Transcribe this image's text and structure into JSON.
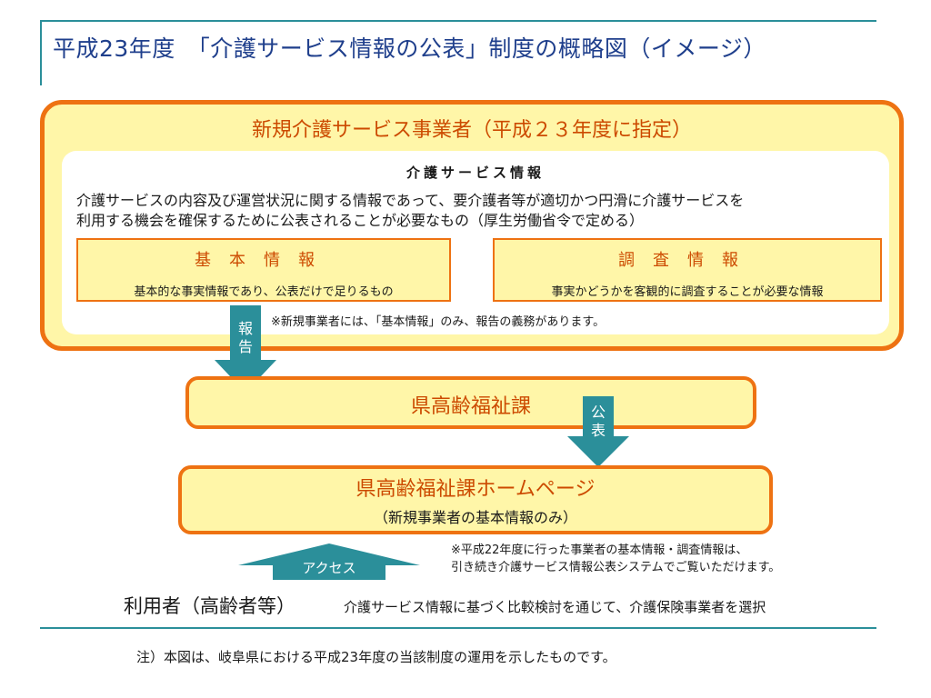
{
  "title": "平成23年度　「介護サービス情報の公表」制度の概略図（イメージ）",
  "outer_box": {
    "title": "新規介護サービス事業者（平成２３年度に指定）"
  },
  "info_section": {
    "heading": "介護サービス情報",
    "description_line1": "介護サービスの内容及び運営状況に関する情報であって、要介護者等が適切かつ円滑に介護サービスを",
    "description_line2": "利用する機会を確保するために公表されることが必要なもの（厚生労働省令で定める）"
  },
  "basic_info": {
    "title": "基本情報",
    "description": "基本的な事実情報であり、公表だけで足りるもの"
  },
  "survey_info": {
    "title": "調査情報",
    "description": "事実かどうかを客観的に調査することが必要な情報"
  },
  "note_report": "※新規事業者には、「基本情報」のみ、報告の義務があります。",
  "arrow_report": {
    "char1": "報",
    "char2": "告"
  },
  "pref_office": {
    "label": "県高齢福祉課"
  },
  "arrow_publish": {
    "char1": "公",
    "char2": "表"
  },
  "homepage": {
    "label": "県高齢福祉課ホームページ",
    "sub": "（新規事業者の基本情報のみ）"
  },
  "note_h22_line1": "※平成22年度に行った事業者の基本情報・調査情報は、",
  "note_h22_line2": "引き続き介護サービス情報公表システムでご覧いただけます。",
  "access_arrow": {
    "label": "アクセス"
  },
  "users": {
    "label": "利用者（高齢者等）",
    "description": "介護サービス情報に基づく比較検討を通じて、介護保険事業者を選択"
  },
  "footnote": "注）本図は、岐阜県における平成23年度の当該制度の運用を示したものです。",
  "colors": {
    "teal": "#2b8f9a",
    "orange": "#ee7212",
    "fill_yellow": "#fff6a8",
    "title_blue": "#1f3f8c"
  }
}
